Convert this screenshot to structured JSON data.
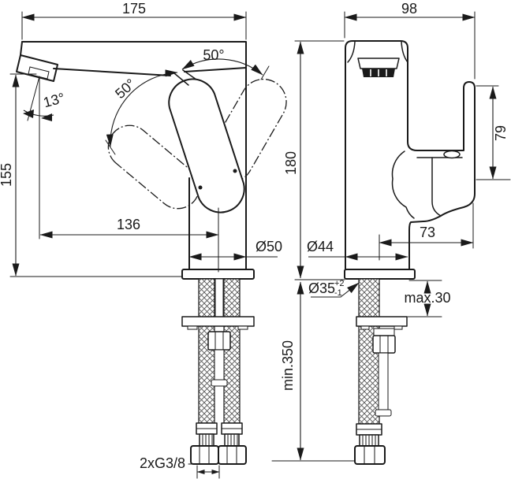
{
  "drawing": {
    "background": "#ffffff",
    "line_color": "#1a1a1a",
    "side_view": {
      "total_length": "175",
      "outlet_height": "155",
      "outlet_angle": "13°",
      "handle_swing_back": "50°",
      "handle_swing_front": "50°",
      "outlet_to_axis": "136",
      "base_diameter": "Ø50",
      "supply_thread": "2xG3/8"
    },
    "front_view": {
      "total_width": "98",
      "height_above_deck": "180",
      "handle_height": "79",
      "handle_reach": "73",
      "body_diameter": "Ø44",
      "mount_hole_diameter": "Ø35",
      "mount_hole_tol_plus": "+2",
      "mount_hole_tol_minus": "-1",
      "max_deck_thickness": "max.30",
      "min_hose_clearance": "min.350"
    }
  }
}
